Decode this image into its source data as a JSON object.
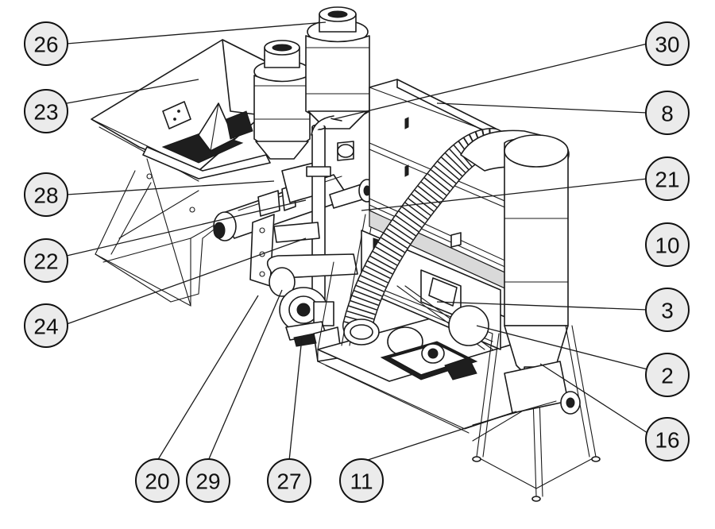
{
  "callouts": [
    {
      "id": "c26",
      "number": "26"
    },
    {
      "id": "c23",
      "number": "23"
    },
    {
      "id": "c28",
      "number": "28"
    },
    {
      "id": "c22",
      "number": "22"
    },
    {
      "id": "c24",
      "number": "24"
    },
    {
      "id": "c20",
      "number": "20"
    },
    {
      "id": "c29",
      "number": "29"
    },
    {
      "id": "c27",
      "number": "27"
    },
    {
      "id": "c11",
      "number": "11"
    },
    {
      "id": "c30",
      "number": "30"
    },
    {
      "id": "c8",
      "number": "8"
    },
    {
      "id": "c21",
      "number": "21"
    },
    {
      "id": "c10",
      "number": "10"
    },
    {
      "id": "c3",
      "number": "3"
    },
    {
      "id": "c2",
      "number": "2"
    },
    {
      "id": "c16",
      "number": "16"
    }
  ]
}
